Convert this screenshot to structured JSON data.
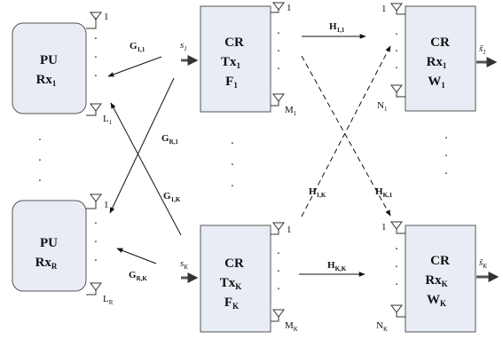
{
  "nodes": {
    "pu_rx_1": {
      "line1": "PU",
      "line2_main": "Rx",
      "line2_sub": "1"
    },
    "pu_rx_r": {
      "line1": "PU",
      "line2_main": "Rx",
      "line2_sub": "R"
    },
    "cr_tx_1": {
      "line1": "CR",
      "line2_main": "Tx",
      "line2_sub": "1",
      "line3_main": "F",
      "line3_sub": "1"
    },
    "cr_tx_k": {
      "line1": "CR",
      "line2_main": "Tx",
      "line2_sub": "K",
      "line3_main": "F",
      "line3_sub": "K"
    },
    "cr_rx_1": {
      "line1": "CR",
      "line2_main": "Rx",
      "line2_sub": "1",
      "line3_main": "W",
      "line3_sub": "1"
    },
    "cr_rx_k": {
      "line1": "CR",
      "line2_main": "Rx",
      "line2_sub": "K",
      "line3_main": "W",
      "line3_sub": "K"
    }
  },
  "antennas": {
    "pu1_top": "1",
    "pu1_bottom_main": "L",
    "pu1_bottom_sub": "1",
    "pur_top": "1",
    "pur_bottom_main": "L",
    "pur_bottom_sub": "R",
    "tx1_top": "1",
    "tx1_bottom_main": "M",
    "tx1_bottom_sub": "1",
    "txk_top": "1",
    "txk_bottom_main": "M",
    "txk_bottom_sub": "K",
    "rx1_top": "1",
    "rx1_bottom_main": "N",
    "rx1_bottom_sub": "1",
    "rxk_top": "1",
    "rxk_bottom_main": "N",
    "rxk_bottom_sub": "K"
  },
  "channels": {
    "g11": {
      "main": "G",
      "sub": "1,1"
    },
    "gr1": {
      "main": "G",
      "sub": "R,1"
    },
    "g1k": {
      "main": "G",
      "sub": "1,K"
    },
    "grk": {
      "main": "G",
      "sub": "R,K"
    },
    "h11": {
      "main": "H",
      "sub": "1,1"
    },
    "h1k": {
      "main": "H",
      "sub": "1,K"
    },
    "hk1": {
      "main": "H",
      "sub": "K,1"
    },
    "hkk": {
      "main": "H",
      "sub": "K,K"
    }
  },
  "signals": {
    "s1_in": {
      "main": "s",
      "sub": "1"
    },
    "sk_in": {
      "main": "s",
      "sub": "K"
    },
    "s1_out": {
      "main": "ŝ",
      "sub": "1"
    },
    "sk_out": {
      "main": "ŝ",
      "sub": "K"
    }
  },
  "dots": "·"
}
